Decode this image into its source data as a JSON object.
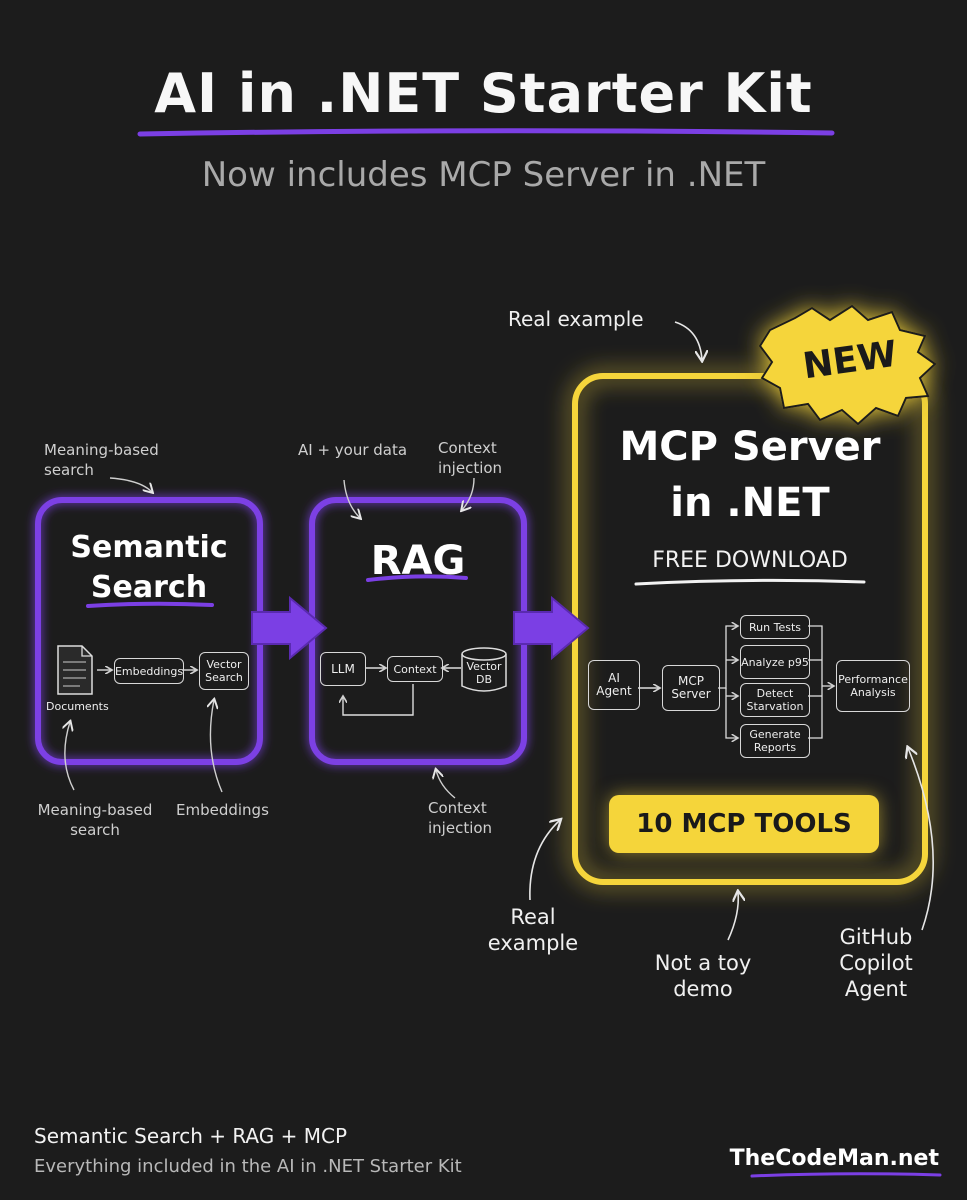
{
  "header": {
    "title": "AI in .NET Starter Kit",
    "subtitle": "Now includes MCP Server in .NET"
  },
  "annotations": {
    "real_example_top": "Real example",
    "semantic_top": "Meaning-based search",
    "rag_top_left": "AI + your data",
    "rag_top_right": "Context injection",
    "semantic_bottom_left": "Meaning-based search",
    "semantic_bottom_right": "Embeddings",
    "rag_bottom": "Context injection",
    "real_example_bottom": "Real example",
    "not_toy": "Not a toy demo",
    "copilot": "GitHub Copilot Agent"
  },
  "semantic": {
    "title_line1": "Semantic",
    "title_line2": "Search",
    "documents": "Documents",
    "embeddings": "Embeddings",
    "vector_search": "Vector Search"
  },
  "rag": {
    "title": "RAG",
    "llm": "LLM",
    "context": "Context",
    "vector_db": "Vector DB"
  },
  "mcp": {
    "badge": "NEW",
    "title_line1": "MCP Server",
    "title_line2": "in .NET",
    "download": "FREE DOWNLOAD",
    "ai_agent": "AI Agent",
    "mcp_server": "MCP Server",
    "tools": [
      "Run Tests",
      "Analyze p95",
      "Detect Starvation",
      "Generate Reports"
    ],
    "performance": "Performance Analysis",
    "tools_banner": "10 MCP TOOLS"
  },
  "footer": {
    "line1": "Semantic Search + RAG + MCP",
    "line2": "Everything included in the AI in .NET Starter Kit",
    "brand": "TheCodeMan.net"
  },
  "colors": {
    "background": "#1c1c1c",
    "purple": "#7b3fe4",
    "yellow": "#f5d53a"
  }
}
